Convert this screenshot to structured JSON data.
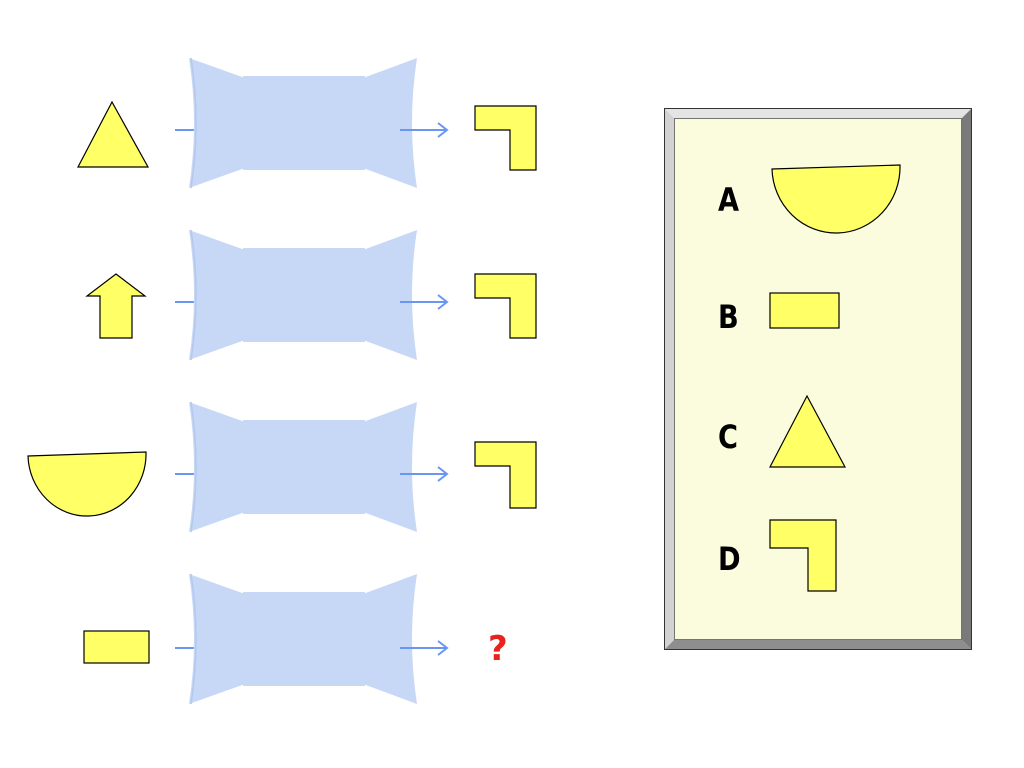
{
  "puzzle": {
    "rows": [
      {
        "input": "triangle",
        "output": "l-shape"
      },
      {
        "input": "arrow-up",
        "output": "l-shape"
      },
      {
        "input": "half-disc",
        "output": "l-shape"
      },
      {
        "input": "rectangle",
        "output": "unknown"
      }
    ],
    "unknown_mark": "?",
    "colors": {
      "shape_fill": "#ffff66",
      "shape_stroke": "#000000",
      "machine": "#c7d8f6",
      "arrow": "#6a96f2",
      "question": "#e8231f",
      "panel_bg": "#fbfbde",
      "panel_frame": "#a8a8a8"
    }
  },
  "options": [
    {
      "letter": "A",
      "shape": "half-disc"
    },
    {
      "letter": "B",
      "shape": "rectangle"
    },
    {
      "letter": "C",
      "shape": "triangle"
    },
    {
      "letter": "D",
      "shape": "l-shape"
    }
  ]
}
